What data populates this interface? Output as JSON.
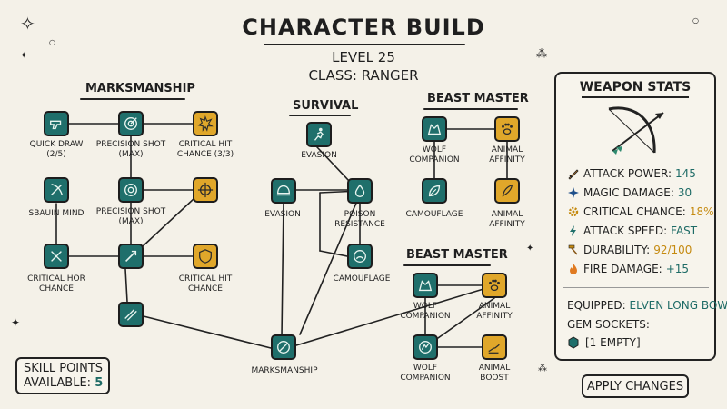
{
  "header": {
    "title": "CHARACTER BUILD",
    "level": "LEVEL 25",
    "class_line": "CLASS: RANGER"
  },
  "sections": {
    "marksmanship": "MARKSMANSHIP",
    "survival": "SURVIVAL",
    "beast_master_1": "BEAST MASTER",
    "beast_master_2": "BEAST MASTER"
  },
  "nodes": {
    "quick_draw": "QUICK DRAW\n(2/5)",
    "precision_shot_1": "PRECISION SHOT\n(MAX)",
    "critical_hit_1": "CRITICAL HIT\nCHANCE (3/3)",
    "sbauin_mind": "SBAUIN MIND",
    "precision_shot_2": "PRECISION SHOT\n(MAX)",
    "critical_hor": "CRITICAL HOR\nCHANCE",
    "critical_hit_2": "CRITICAL HIT\nCHANCE",
    "evasion_1": "EVASION",
    "evasion_2": "EVASION",
    "poison_resistance": "POISON\nRESISTANCE",
    "camouflage_1": "CAMOUFLAGE",
    "marksmanship_root": "MARKSMANSHIP",
    "wolf_companion_1": "WOLF\nCOMPANION",
    "animal_affinity_1": "ANIMAL\nAFFINITY",
    "camouflage_2": "CAMOUFLAGE",
    "animal_affinity_2": "ANIMAL\nAFFINITY",
    "wolf_companion_2": "WOLF\nCOMPANION",
    "animal_affinity_3": "ANIMAL\nAFFINITY",
    "wolf_companion_3": "WOLF\nCOMPANION",
    "animal_boost": "ANIMAL\nBOOST"
  },
  "skill_points": {
    "label": "SKILL POINTS",
    "available_label": "AVAILABLE:",
    "value": "5"
  },
  "weapon_panel": {
    "title": "WEAPON STATS",
    "stats": [
      {
        "icon": "sword-icon",
        "label": "ATTACK POWER:",
        "value": "145",
        "color": "#1e6b66"
      },
      {
        "icon": "sparkle-icon",
        "label": "MAGIC DAMAGE:",
        "value": "30",
        "color": "#1e6b66"
      },
      {
        "icon": "gear-icon",
        "label": "CRITICAL CHANCE:",
        "value": "18%",
        "color": "#c58a10"
      },
      {
        "icon": "bolt-icon",
        "label": "ATTACK SPEED:",
        "value": "FAST",
        "color": "#1e6b66"
      },
      {
        "icon": "hammer-icon",
        "label": "DURABILITY:",
        "value": "92/100",
        "color": "#c58a10"
      },
      {
        "icon": "flame-icon",
        "label": "FIRE DAMAGE:",
        "value": "+15",
        "color": "#1e6b66"
      }
    ],
    "equipped_label": "EQUIPPED:",
    "equipped_value": "ELVEN LONG BOW",
    "gem_label": "GEM SOCKETS:",
    "gem_value": "[1 EMPTY]"
  },
  "apply_button": "APPLY CHANGES",
  "colors": {
    "teal": "#1f6f6b",
    "gold": "#e0a72a",
    "background": "#f4f1e8"
  }
}
